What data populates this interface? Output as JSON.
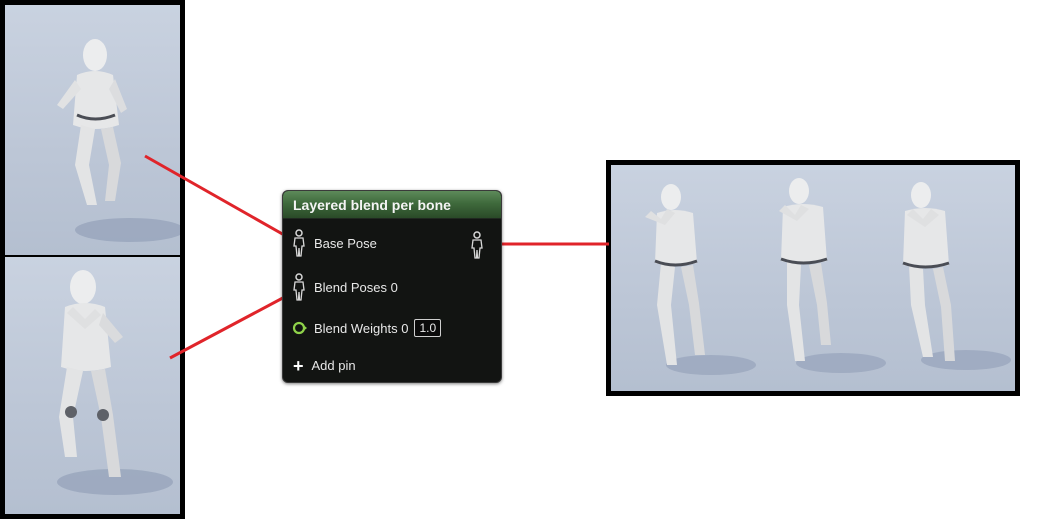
{
  "node": {
    "title": "Layered blend per bone",
    "pins": {
      "base_pose": "Base Pose",
      "blend_poses": "Blend Poses 0",
      "blend_weights": "Blend Weights 0",
      "blend_weights_value": "1.0",
      "add_pin": "Add pin"
    }
  },
  "colors": {
    "connector": "#e0242a",
    "node_header": "#3f6a3c",
    "node_body": "#121412",
    "weight_pin": "#8fd24a"
  },
  "icons": {
    "pose_pin": "mannequin-pose-icon",
    "weight_pin": "float-pin-icon",
    "add": "plus-icon"
  }
}
